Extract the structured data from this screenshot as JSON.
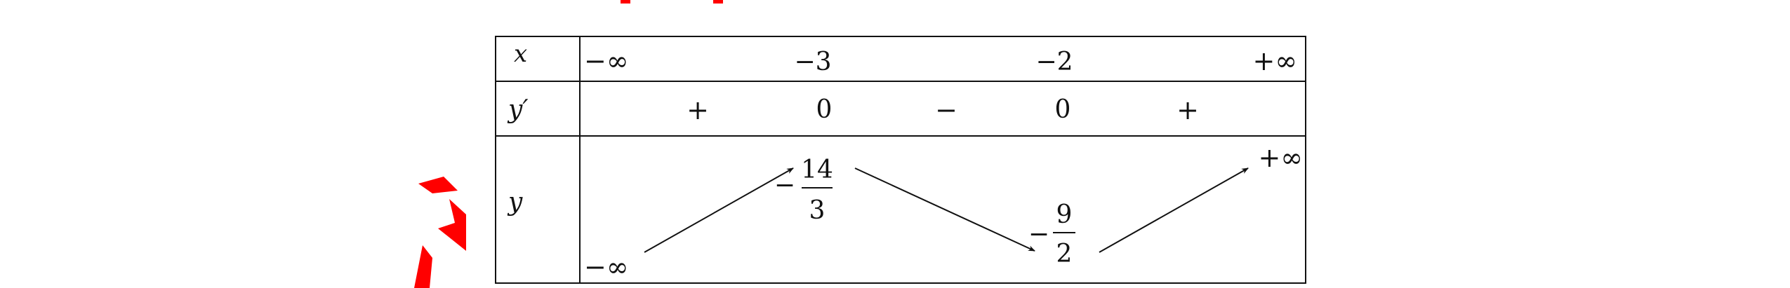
{
  "table": {
    "row_labels": {
      "x": "x",
      "yprime": "y′",
      "y": "y"
    },
    "x_values": {
      "neg_inf": "−∞",
      "a": "−3",
      "b": "−2",
      "pos_inf": "+∞"
    },
    "derivative": {
      "s1": "+",
      "z1": "0",
      "s2": "−",
      "z2": "0",
      "s3": "+"
    },
    "y_values": {
      "left_limit": "−∞",
      "max_sign": "−",
      "max_num": "14",
      "max_den": "3",
      "min_sign": "−",
      "min_num": "9",
      "min_den": "2",
      "right_limit": "+∞"
    }
  },
  "colors": {
    "line": "#111111",
    "decoration": "#ff0000"
  }
}
